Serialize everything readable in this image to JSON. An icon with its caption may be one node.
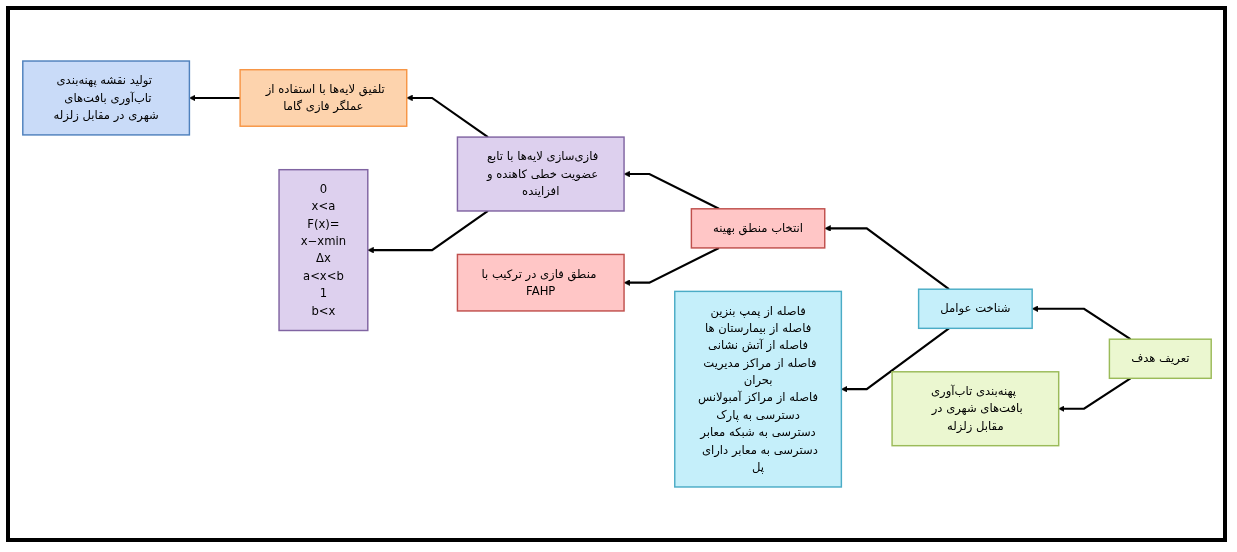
{
  "diagram": {
    "nodes": [
      {
        "text": [
          "تعریف هدف"
        ]
      },
      {
        "text": [
          "شناخت عوامل"
        ]
      },
      {
        "text": [
          "انتخاب منطق بهینه"
        ]
      },
      {
        "text": [
          "فازی‌سازی لایه‌ها با تابع عضویت خطی کاهنده و افزاینده"
        ]
      },
      {
        "text": [
          "تلفیق لایه‌ها با استفاده از عملگر فازی گاما"
        ]
      },
      {
        "text": [
          "تولید نقشه پهنه‌بندی تاب‌آوری بافت‌های شهری در مقابل زلزله"
        ]
      },
      {
        "text": [
          "پهنه‌بندی تاب‌آوری بافت‌های شهری در مقابل زلزله"
        ]
      },
      {
        "text": [
          "فاصله از پمپ بنزین",
          "فاصله از بیمارستان ها",
          "فاصله از آتش نشانی",
          "فاصله از مراکز مدیریت بحران",
          "فاصله از مراکز آمبولانس",
          "دسترسی به پارک",
          "دسترسی به شبکه معابر",
          "دسترسی به معابر دارای پل"
        ]
      },
      {
        "text": [
          "منطق فازی در ترکیب با FAHP"
        ]
      },
      {
        "text": [
          "0",
          "x<a",
          "F(x)=",
          "x−xmin",
          "Δx",
          "a<x<b",
          "1",
          "b<x"
        ]
      }
    ],
    "edges": [
      {
        "from": 0,
        "to": 1,
        "arrow": "to"
      },
      {
        "from": 1,
        "to": 2,
        "arrow": "to"
      },
      {
        "from": 2,
        "to": 3,
        "arrow": "to"
      },
      {
        "from": 3,
        "to": 4,
        "arrow": "to"
      },
      {
        "from": 4,
        "to": 5,
        "arrow": "to"
      },
      {
        "from": 0,
        "to": 6,
        "arrow": "to"
      },
      {
        "from": 1,
        "to": 7,
        "arrow": "to"
      },
      {
        "from": 2,
        "to": 8,
        "arrow": "to"
      },
      {
        "from": 3,
        "to": 9,
        "arrow": "to"
      }
    ]
  }
}
